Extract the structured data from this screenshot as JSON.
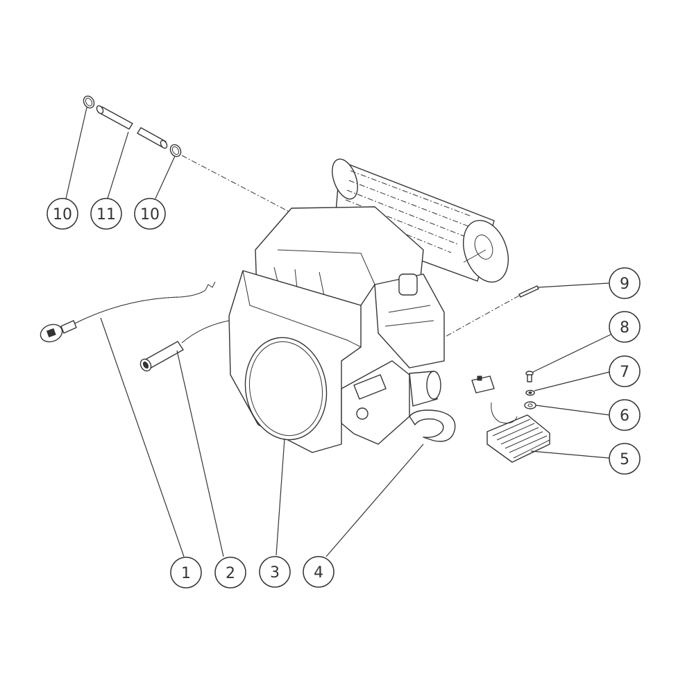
{
  "callouts": [
    {
      "id": "1",
      "label": "1"
    },
    {
      "id": "2",
      "label": "2"
    },
    {
      "id": "3",
      "label": "3"
    },
    {
      "id": "4",
      "label": "4"
    },
    {
      "id": "5",
      "label": "5"
    },
    {
      "id": "6",
      "label": "6"
    },
    {
      "id": "7",
      "label": "7"
    },
    {
      "id": "8",
      "label": "8"
    },
    {
      "id": "9",
      "label": "9"
    },
    {
      "id": "10a",
      "label": "10"
    },
    {
      "id": "11",
      "label": "11"
    },
    {
      "id": "10b",
      "label": "10"
    }
  ],
  "colors": {
    "line": "#333333",
    "background": "#ffffff",
    "shade": "#e9e9e9"
  }
}
